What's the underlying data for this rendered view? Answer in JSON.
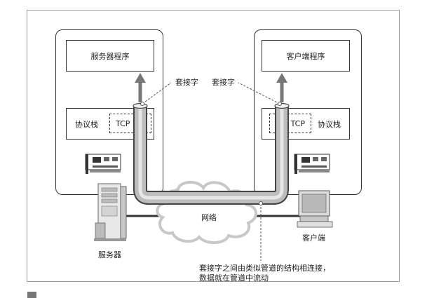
{
  "server_app": "服务器程序",
  "client_app": "客户端程序",
  "socket_left": "套接字",
  "socket_right": "套接字",
  "protocol_stack_left": "协议栈",
  "protocol_stack_right": "协议栈",
  "tcp_left": "TCP",
  "tcp_right": "TCP",
  "network": "网络",
  "server_label": "服务器",
  "client_label": "客户端",
  "caption_line1": "套接字之间由类似管道的结构相连接，",
  "caption_line2": "数据就在管道中流动"
}
